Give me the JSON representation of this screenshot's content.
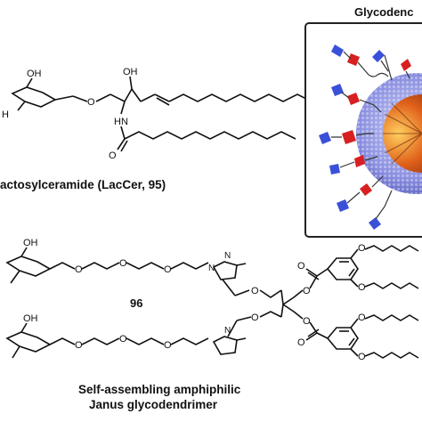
{
  "figure": {
    "lacer_caption": "actosylceramide (LacCer, 95)",
    "glyco_title": "Glycodenc",
    "compound_96_label": "96",
    "caption_line1": "Self-assembling amphiphilic",
    "caption_line2": "Janus glycodendrimer",
    "atoms": {
      "oh_sugar1": "OH",
      "o_sugar1": "O",
      "h_sugar1": "H",
      "oh_cer": "OH",
      "hn_cer": "HN",
      "o_amide": "O",
      "oh_sugar2": "OH",
      "oh_sugar3": "OH",
      "o_generic": "O",
      "triazole_n1": "N",
      "triazole_n2": "N",
      "triazole_n3": "N"
    }
  },
  "colors": {
    "micelle_shell": "#8a8fe0",
    "micelle_core": "#e0601a",
    "sugar_blue": "#3a50d8",
    "sugar_red": "#d82020",
    "ink": "#111111"
  }
}
